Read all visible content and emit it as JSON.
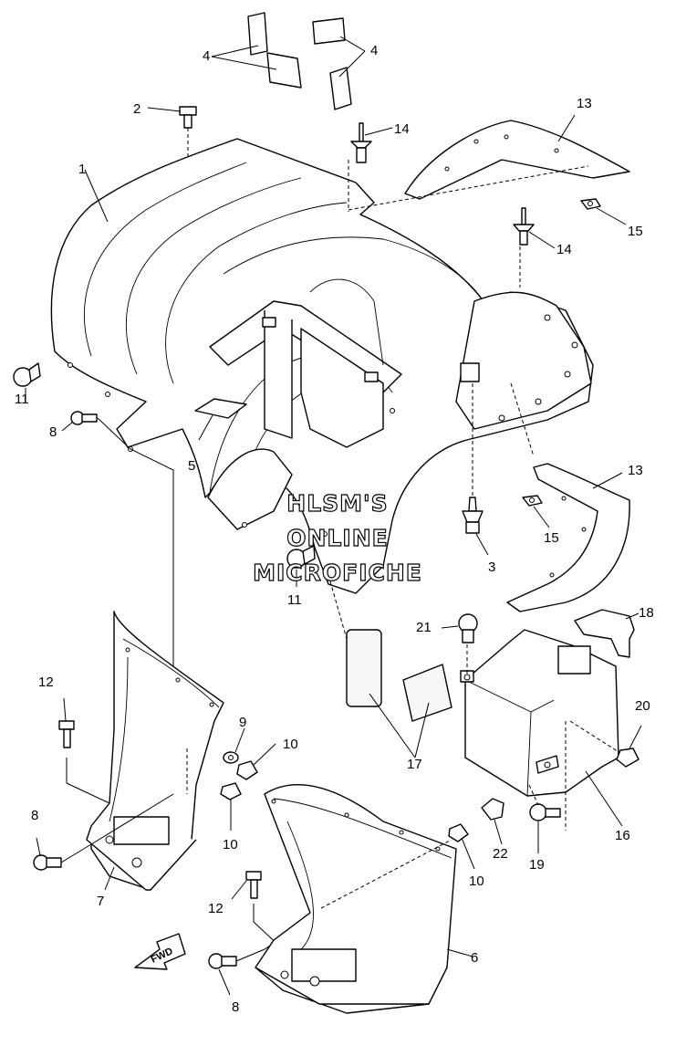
{
  "diagram": {
    "callouts": {
      "c1": "1",
      "c2": "2",
      "c3": "3",
      "c4a": "4",
      "c4b": "4",
      "c5": "5",
      "c6": "6",
      "c7": "7",
      "c8a": "8",
      "c8b": "8",
      "c8c": "8",
      "c9": "9",
      "c10a": "10",
      "c10b": "10",
      "c10c": "10",
      "c11a": "11",
      "c11b": "11",
      "c12a": "12",
      "c12b": "12",
      "c13a": "13",
      "c13b": "13",
      "c14a": "14",
      "c14b": "14",
      "c15a": "15",
      "c15b": "15",
      "c16": "16",
      "c17": "17",
      "c18": "18",
      "c19": "19",
      "c20": "20",
      "c21": "21",
      "c22": "22"
    },
    "watermark": {
      "line1": "HLSM'S",
      "line2": "ONLINE",
      "line3": "MICROFICHE"
    },
    "fwd_label": "FWD"
  }
}
